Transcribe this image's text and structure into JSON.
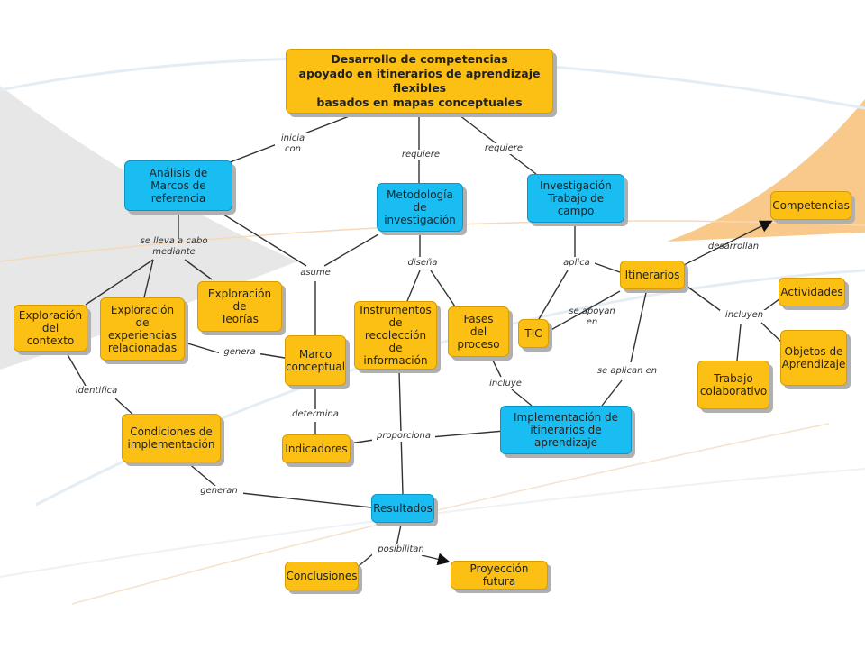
{
  "diagram": {
    "nodes": {
      "title": "Desarrollo de competencias\napoyado en itinerarios de aprendizaje flexibles\nbasados en mapas conceptuales",
      "analisis": "Análisis de\nMarcos de referencia",
      "metodologia": "Metodología de\ninvestigación",
      "investigacion": "Investigación\nTrabajo de campo",
      "competencias": "Competencias",
      "itinerarios": "Itinerarios",
      "actividades": "Actividades",
      "objetos": "Objetos de\nAprendizaje",
      "trabajo": "Trabajo\ncolaborativo",
      "tic": "TIC",
      "exploracion_contexto": "Exploración\ndel contexto",
      "exploracion_experiencias": "Exploración de\nexperiencias\nrelacionadas",
      "exploracion_teorias": "Exploración de\nTeorías",
      "marco": "Marco\nconceptual",
      "instrumentos": "Instrumentos\nde recolección\nde información",
      "fases": "Fases del\nproceso",
      "implementacion": "Implementación de\nitinerarios de aprendizaje",
      "condiciones": "Condiciones de\nimplementación",
      "indicadores": "Indicadores",
      "resultados": "Resultados",
      "conclusiones": "Conclusiones",
      "proyeccion": "Proyección futura"
    },
    "links": {
      "inicia_con": "inicia\ncon",
      "requiere_1": "requiere",
      "requiere_2": "requiere",
      "se_lleva": "se lleva a cabo\nmediante",
      "asume": "asume",
      "disena": "diseña",
      "aplica": "aplica",
      "desarrollan": "desarrollan",
      "se_apoyan": "se apoyan\nen",
      "incluyen": "incluyen",
      "genera": "genera",
      "se_aplican": "se aplican en",
      "incluye": "incluye",
      "identifica": "identifica",
      "determina": "determina",
      "proporciona": "proporciona",
      "generan": "generan",
      "posibilitan": "posibilitan"
    },
    "colors": {
      "concept_yellow": "#fcbf14",
      "concept_blue": "#19bdf1",
      "link_line": "#333333"
    }
  }
}
